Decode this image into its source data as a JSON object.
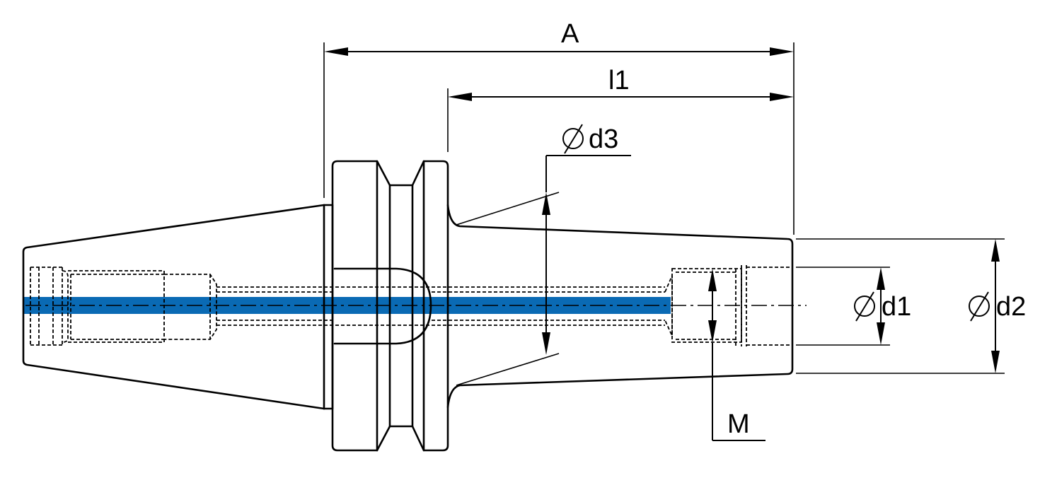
{
  "dimensions": {
    "A": "A",
    "l1": "l1",
    "d3": "d3",
    "d1": "d1",
    "d2": "d2",
    "M": "M"
  },
  "colors": {
    "coolant_channel": "#0a6ab4",
    "line": "#000000",
    "background": "#ffffff"
  }
}
